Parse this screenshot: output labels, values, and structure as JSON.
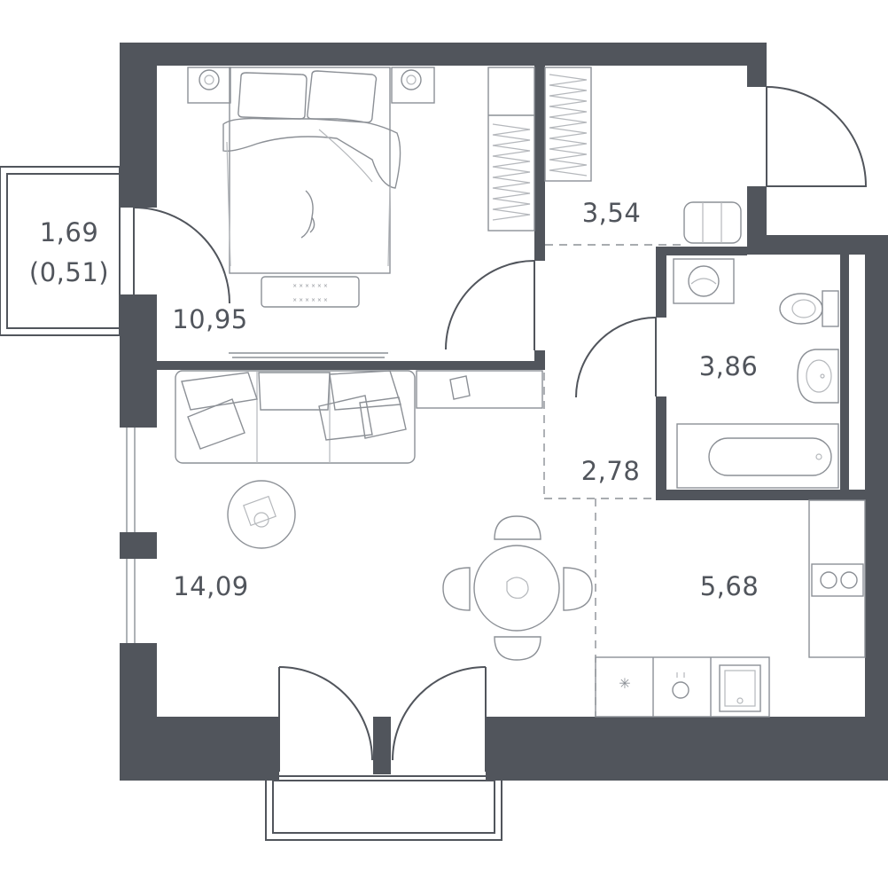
{
  "plan": {
    "rooms": [
      {
        "id": "loggia",
        "area": "1,69",
        "sub": "(0,51)"
      },
      {
        "id": "bedroom",
        "area": "10,95"
      },
      {
        "id": "hall",
        "area": "3,54"
      },
      {
        "id": "bathroom",
        "area": "3,86"
      },
      {
        "id": "corridor",
        "area": "2,78"
      },
      {
        "id": "living",
        "area": "14,09"
      },
      {
        "id": "kitchen",
        "area": "5,68"
      }
    ],
    "colors": {
      "wall": "#51555c",
      "line": "#8c9096",
      "background": "#ffffff"
    },
    "furniture_icons": [
      "double-bed-icon",
      "nightstand-lamp-icon",
      "wardrobe-icon",
      "rug-icon",
      "tv-icon",
      "sofa-icon",
      "pillow-icon",
      "coffee-table-icon",
      "dining-table-icon",
      "chair-icon",
      "washing-machine-icon",
      "toilet-icon",
      "sink-icon",
      "bathtub-icon",
      "stove-icon",
      "kitchen-sink-icon",
      "dishwasher-icon",
      "shoe-bench-icon",
      "cat-icon",
      "book-icon"
    ]
  }
}
